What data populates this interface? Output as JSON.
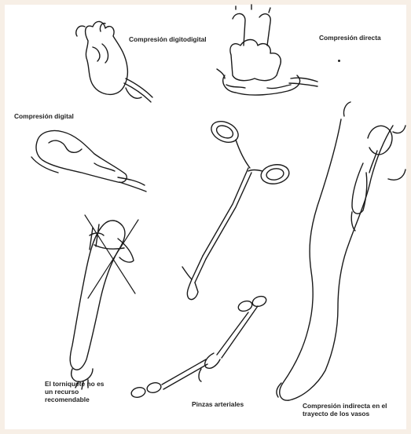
{
  "labels": {
    "digitodigital": "Compresión digitodigital",
    "directa": "Compresión directa",
    "digital": "Compresión digital",
    "torniquete": [
      "El torniquete no es",
      "un recurso",
      "recomendable"
    ],
    "pinzas": "Pinzas arteriales",
    "indirecta": [
      "Compresión indirecta en el",
      "trayecto de los vasos"
    ]
  }
}
